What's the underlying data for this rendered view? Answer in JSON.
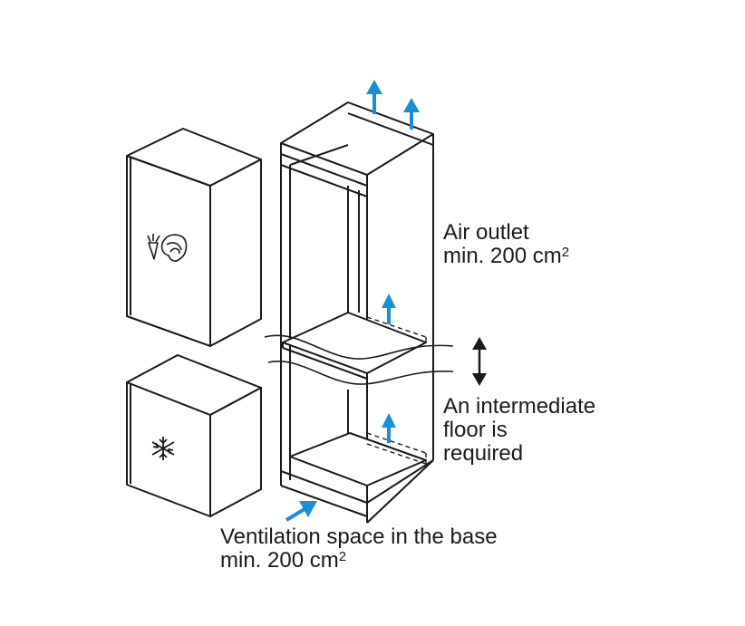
{
  "labels": {
    "air_outlet": {
      "line1": "Air outlet",
      "line2": "min. 200 cm",
      "sup": "2"
    },
    "intermediate_floor": {
      "line1": "An intermediate",
      "line2": "floor is",
      "line3": "required"
    },
    "ventilation": {
      "line1": "Ventilation space in the base",
      "line2": "min. 200 cm",
      "sup": "2"
    }
  },
  "colors": {
    "line": "#1a1a1a",
    "arrow_blue": "#1a8fd6",
    "background": "#ffffff"
  },
  "icons": {
    "fridge_symbol": "vegetable-icon",
    "freezer_symbol": "snowflake-icon"
  }
}
